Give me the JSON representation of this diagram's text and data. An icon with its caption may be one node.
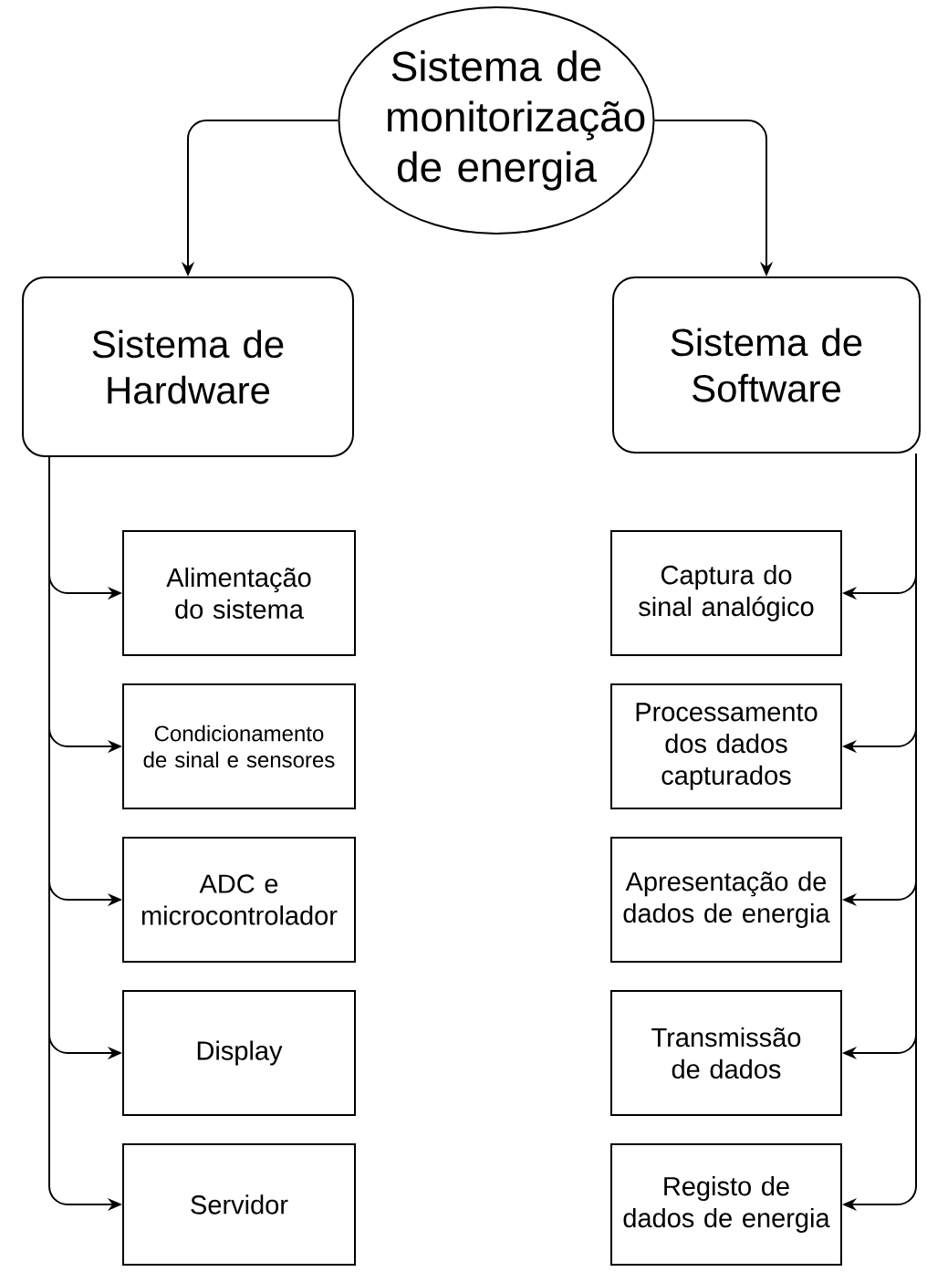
{
  "diagram": {
    "nodes": [
      {
        "text": [
          "Sistema de monitorização de energia"
        ]
      },
      {
        "text": [
          "Sistema de Hardware"
        ]
      },
      {
        "text": [
          "Sistema de Software"
        ]
      },
      {
        "text": [
          "Alimentação do sistema"
        ]
      },
      {
        "text": [
          "Condicionamento de sinal e sensores"
        ]
      },
      {
        "text": [
          "ADC e microcontrolador"
        ]
      },
      {
        "text": [
          "Display"
        ]
      },
      {
        "text": [
          "Servidor"
        ]
      },
      {
        "text": [
          "Captura do sinal analógico"
        ]
      },
      {
        "text": [
          "Processamento dos dados capturados"
        ]
      },
      {
        "text": [
          "Apresentação de dados de energia"
        ]
      },
      {
        "text": [
          "Transmissão de dados"
        ]
      },
      {
        "text": [
          "Registo de dados de energia"
        ]
      }
    ],
    "edges": [
      {
        "from": 0,
        "to": 1,
        "arrow": "to"
      },
      {
        "from": 0,
        "to": 2,
        "arrow": "to"
      },
      {
        "from": 1,
        "to": 3,
        "arrow": "to"
      },
      {
        "from": 1,
        "to": 4,
        "arrow": "to"
      },
      {
        "from": 1,
        "to": 5,
        "arrow": "to"
      },
      {
        "from": 1,
        "to": 6,
        "arrow": "to"
      },
      {
        "from": 1,
        "to": 7,
        "arrow": "to"
      },
      {
        "from": 2,
        "to": 8,
        "arrow": "to"
      },
      {
        "from": 2,
        "to": 9,
        "arrow": "to"
      },
      {
        "from": 2,
        "to": 10,
        "arrow": "to"
      },
      {
        "from": 2,
        "to": 11,
        "arrow": "to"
      },
      {
        "from": 2,
        "to": 12,
        "arrow": "to"
      }
    ]
  }
}
